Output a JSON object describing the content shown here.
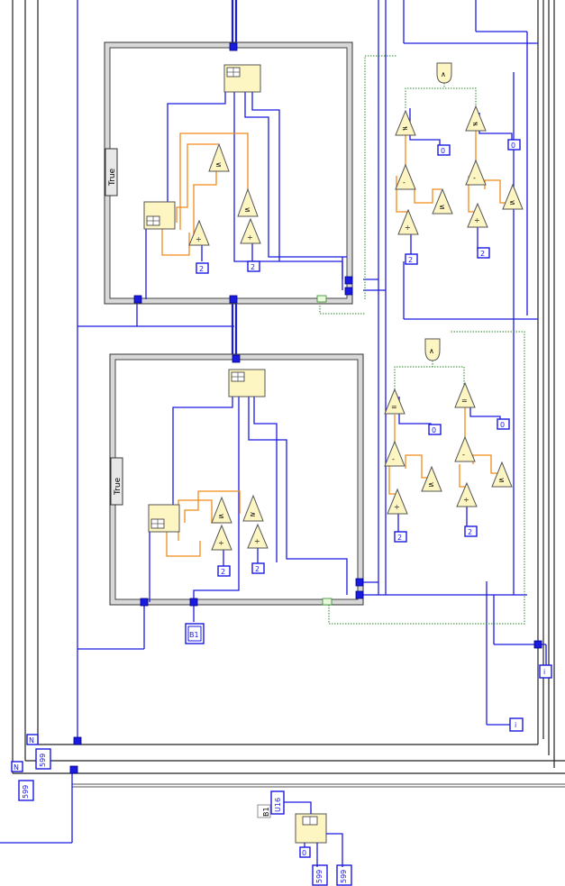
{
  "case_structures": [
    {
      "selector": "True"
    },
    {
      "selector": "True"
    }
  ],
  "constants": {
    "two": "2",
    "zero": "0",
    "b1": "B1",
    "i": "i",
    "n": "N",
    "n_599": "599",
    "u16": "U16",
    "b1_label": "B1"
  },
  "operators": {
    "and": "∧",
    "divide": "÷",
    "minus": "-",
    "equal": "=",
    "not_equal": "≠",
    "gte": "≥",
    "lte": "≤"
  },
  "colors": {
    "integer_wire": "#1a1ae0",
    "numeric_wire": "#f08a1a",
    "boolean_wire": "#2a8a2a",
    "node_fill": "#fdf6c3"
  }
}
